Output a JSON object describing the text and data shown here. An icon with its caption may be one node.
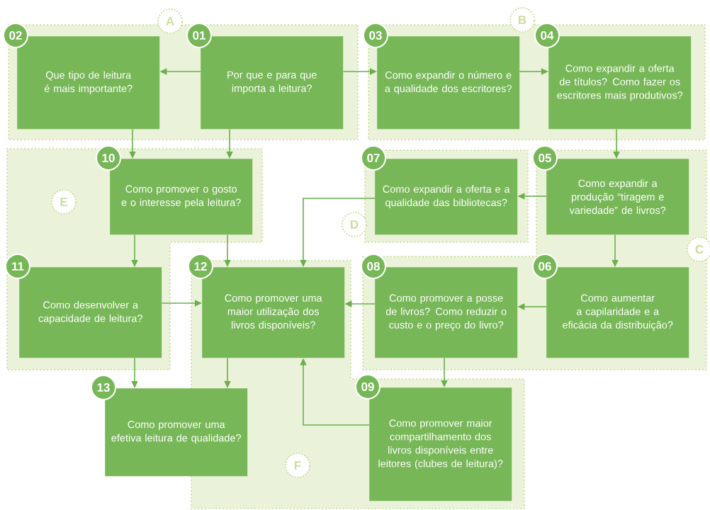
{
  "diagram": {
    "nodes": [
      {
        "text": [
          "A"
        ]
      },
      {
        "text": [
          "Que tipo de leitura é mais importante?"
        ],
        "in": 0,
        "beside": [
          "02"
        ]
      },
      {
        "text": [
          "Por que e para que importa a leitura?"
        ],
        "in": 0,
        "beside": [
          "01"
        ]
      },
      {
        "text": [
          "B"
        ]
      },
      {
        "text": [
          "Como expandir o número e a qualidade dos escritores?"
        ],
        "in": 3,
        "beside": [
          "03"
        ]
      },
      {
        "text": [
          "Como expandir a oferta de títulos? Como fazer os escritores mais produtivos?"
        ],
        "in": 3,
        "beside": [
          "04"
        ]
      },
      {
        "text": [
          "E"
        ]
      },
      {
        "text": [
          "Como promover o gosto e o interesse pela leitura?"
        ],
        "in": 6,
        "beside": [
          "10"
        ]
      },
      {
        "text": [
          "Como desenvolver a capacidade de leitura?"
        ],
        "in": 6,
        "beside": [
          "11"
        ]
      },
      {
        "text": [
          "D"
        ]
      },
      {
        "text": [
          "Como expandir a oferta e a qualidade das bibliotecas?"
        ],
        "in": 9,
        "beside": [
          "07"
        ]
      },
      {
        "text": [
          "C"
        ]
      },
      {
        "text": [
          "Como expandir a produção “tiragem e variedade” de livros?"
        ],
        "in": 11,
        "beside": [
          "05"
        ]
      },
      {
        "text": [
          "Como aumentar a capilaridade e a eficácia da distribuição?"
        ],
        "in": 11,
        "beside": [
          "06"
        ]
      },
      {
        "text": [
          "Como promover a posse de livros? Como reduzir o custo e o preço do livro?"
        ],
        "in": 11,
        "beside": [
          "08"
        ]
      },
      {
        "text": [
          "F"
        ]
      },
      {
        "text": [
          "Como promover uma maior utilização dos livros disponíveis?"
        ],
        "in": 15,
        "beside": [
          "12"
        ]
      },
      {
        "text": [
          "Como promover maior compartilhamento dos livros disponíveis entre leitores (clubes de leitura)?"
        ],
        "in": 15,
        "beside": [
          "09"
        ]
      },
      {
        "text": [
          "Como promover uma efetiva leitura de qualidade?"
        ],
        "beside": [
          "13"
        ]
      }
    ],
    "edges": [
      {
        "from": 2,
        "to": 1,
        "arrow": "to"
      },
      {
        "from": 2,
        "to": 4,
        "arrow": "to"
      },
      {
        "from": 4,
        "to": 5,
        "arrow": "to"
      },
      {
        "from": 5,
        "to": 12,
        "arrow": "to"
      },
      {
        "from": 12,
        "to": 10,
        "arrow": "to"
      },
      {
        "from": 12,
        "to": 13,
        "arrow": "to"
      },
      {
        "from": 13,
        "to": 14,
        "arrow": "to"
      },
      {
        "from": 14,
        "to": 16,
        "arrow": "to"
      },
      {
        "from": 14,
        "to": 17,
        "arrow": "to"
      },
      {
        "from": 17,
        "to": 16,
        "arrow": "to"
      },
      {
        "from": 10,
        "to": 16,
        "arrow": "to"
      },
      {
        "from": 1,
        "to": 7,
        "arrow": "to"
      },
      {
        "from": 2,
        "to": 7,
        "arrow": "to"
      },
      {
        "from": 7,
        "to": 8,
        "arrow": "to"
      },
      {
        "from": 7,
        "to": 16,
        "arrow": "to"
      },
      {
        "from": 8,
        "to": 16,
        "arrow": "to"
      },
      {
        "from": 8,
        "to": 18,
        "arrow": "to"
      },
      {
        "from": 16,
        "to": 18,
        "arrow": "to"
      }
    ]
  }
}
